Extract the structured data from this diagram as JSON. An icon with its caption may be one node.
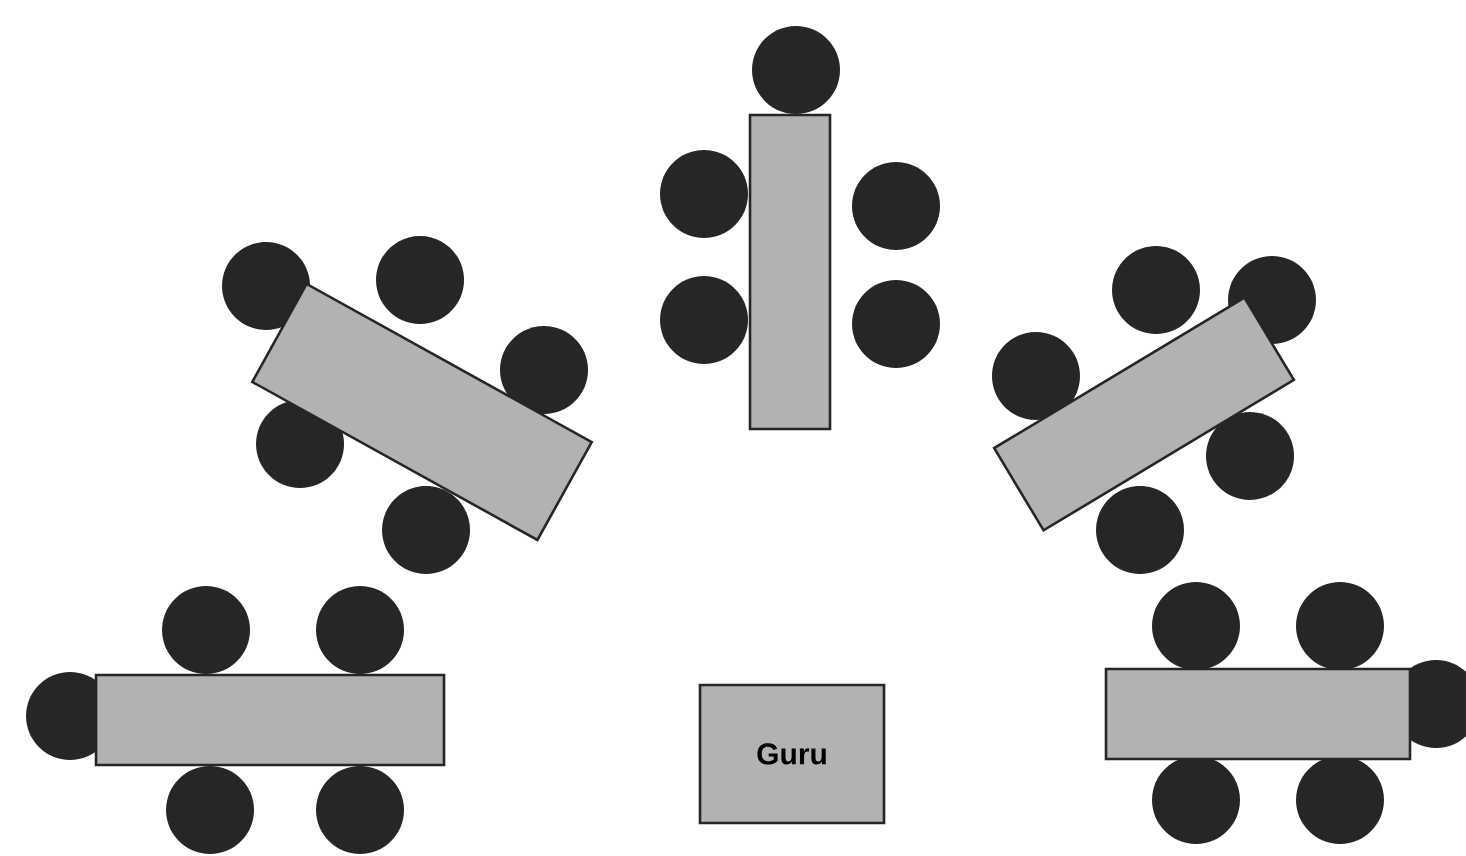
{
  "diagram": {
    "nodes": [
      {
        "text": [],
        "shape": "box"
      },
      {
        "text": [],
        "shape": "box"
      },
      {
        "text": [],
        "shape": "box"
      },
      {
        "text": [],
        "shape": "box"
      },
      {
        "text": [
          "Guru"
        ]
      },
      {
        "text": [],
        "shape": "box"
      }
    ]
  }
}
